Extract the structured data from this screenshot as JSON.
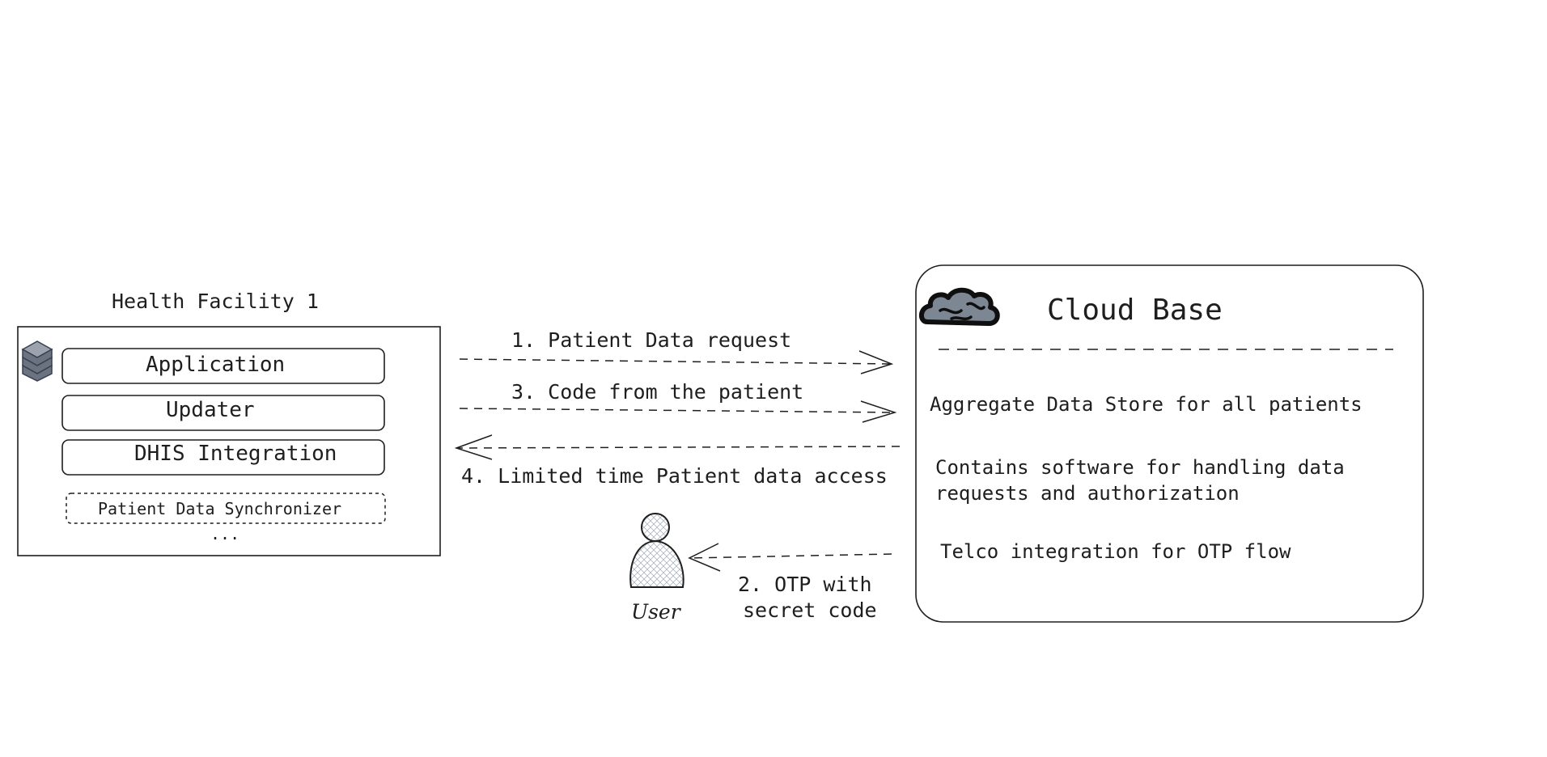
{
  "health_facility": {
    "title": "Health Facility 1",
    "icon": "database-stack-icon",
    "components": [
      "Application",
      "Updater",
      "DHIS Integration"
    ],
    "synchronizer": "Patient Data Synchronizer",
    "more": "..."
  },
  "cloud": {
    "title": "Cloud Base",
    "icon": "cloud-icon",
    "items": [
      "Aggregate Data Store for all patients",
      "Contains software for handling data",
      "requests and authorization",
      "Telco integration for OTP flow"
    ]
  },
  "arrows": {
    "step1": "1. Patient Data request",
    "step3": "3. Code from the patient",
    "step4": "4. Limited time Patient data access",
    "step2_line1": "2. OTP with",
    "step2_line2": "secret code"
  },
  "user": {
    "label": "User",
    "icon": "user-icon"
  },
  "colors": {
    "stroke": "#1e1e1e",
    "cloud_fill": "#7d8794",
    "db_fill": "#6b7280",
    "user_hatch": "#aeb6c2"
  }
}
